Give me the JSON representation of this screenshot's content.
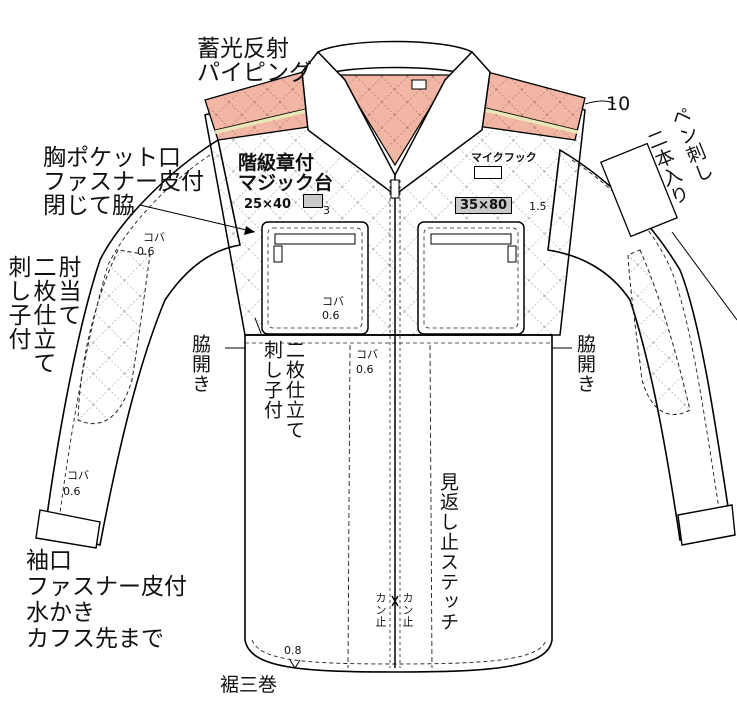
{
  "colors": {
    "salmon": "#f2b6a4",
    "line": "#000000",
    "stitch": "#222222",
    "tape": "#e9e7b8"
  },
  "labels": {
    "reflective_piping": [
      "蓄光反射",
      "パイピング"
    ],
    "chest_pocket": [
      "胸ポケット口",
      "ファスナー皮付",
      "閉じて脇"
    ],
    "rank_badge": [
      "階級章付",
      "マジック台"
    ],
    "size_25x40": "25×40",
    "num_3": "3",
    "mic_hook": "マイクフック",
    "size_35x80": "35×80",
    "num_1_5": "1.5",
    "num_10": "10",
    "pen_pocket": "ペン刺し",
    "two_lines": "二本入り",
    "koba_1": "コバ",
    "num_06_1": "0.6",
    "koba_2": "コバ",
    "num_06_2": "0.6",
    "koba_3": "コバ",
    "num_06_3": "0.6",
    "koba_4": "コバ",
    "num_06_4": "0.6",
    "elbow_patch": [
      "肘当て",
      "二枚仕立て",
      "刺し子付"
    ],
    "side_open_left": "脇開き",
    "double_stitch": [
      "二枚仕立て",
      "刺し子付"
    ],
    "side_open_right": "脇開き",
    "facing_stitch": "見返し止ステッチ",
    "kan_stop_left": "カン止",
    "kan_stop_right": "カン止",
    "cuff_notes": [
      "袖口",
      "ファスナー皮付",
      "水かき",
      "カフス先まで"
    ],
    "num_08": "0.8",
    "hem": "裾三巻"
  }
}
